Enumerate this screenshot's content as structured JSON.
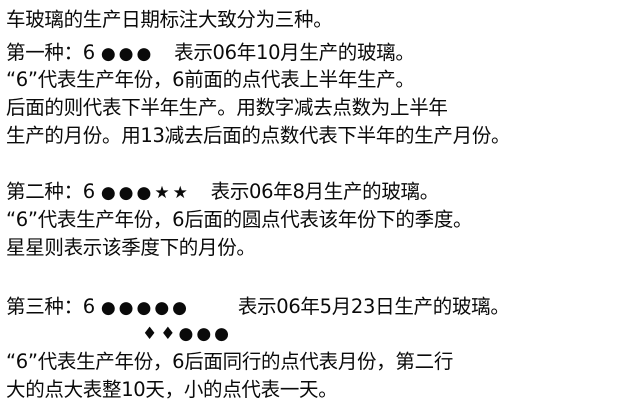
{
  "title": "车玻璃的生产日期标注大致分为三种。",
  "type1": {
    "label": "第一种：6",
    "symbols": "●●●",
    "meaning": "表示06年10月生产的玻璃。",
    "desc1": "“6”代表生产年份，6前面的点代表上半年生产。",
    "desc2": "后面的则代表下半年生产。用数字减去点数为上半年",
    "desc3": "生产的月份。用13减去后面的点数代表下半年的生产月份。"
  },
  "type2": {
    "label": "第二种：6",
    "symbols": "●●●★★",
    "meaning": "表示06年8月生产的玻璃。",
    "desc1": "“6”代表生产年份，6后面的圆点代表该年份下的季度。",
    "desc2": "星星则表示该季度下的月份。"
  },
  "type3": {
    "label": "第三种：6",
    "symbols_row1": "●●●●●",
    "meaning": "表示06年5月23日生产的玻璃。",
    "symbols_row2": "♦♦●●●",
    "desc1": "“6”代表生产年份，6后面同行的点代表月份，第二行",
    "desc2": "大的点大表整10天，小的点代表一天。"
  }
}
